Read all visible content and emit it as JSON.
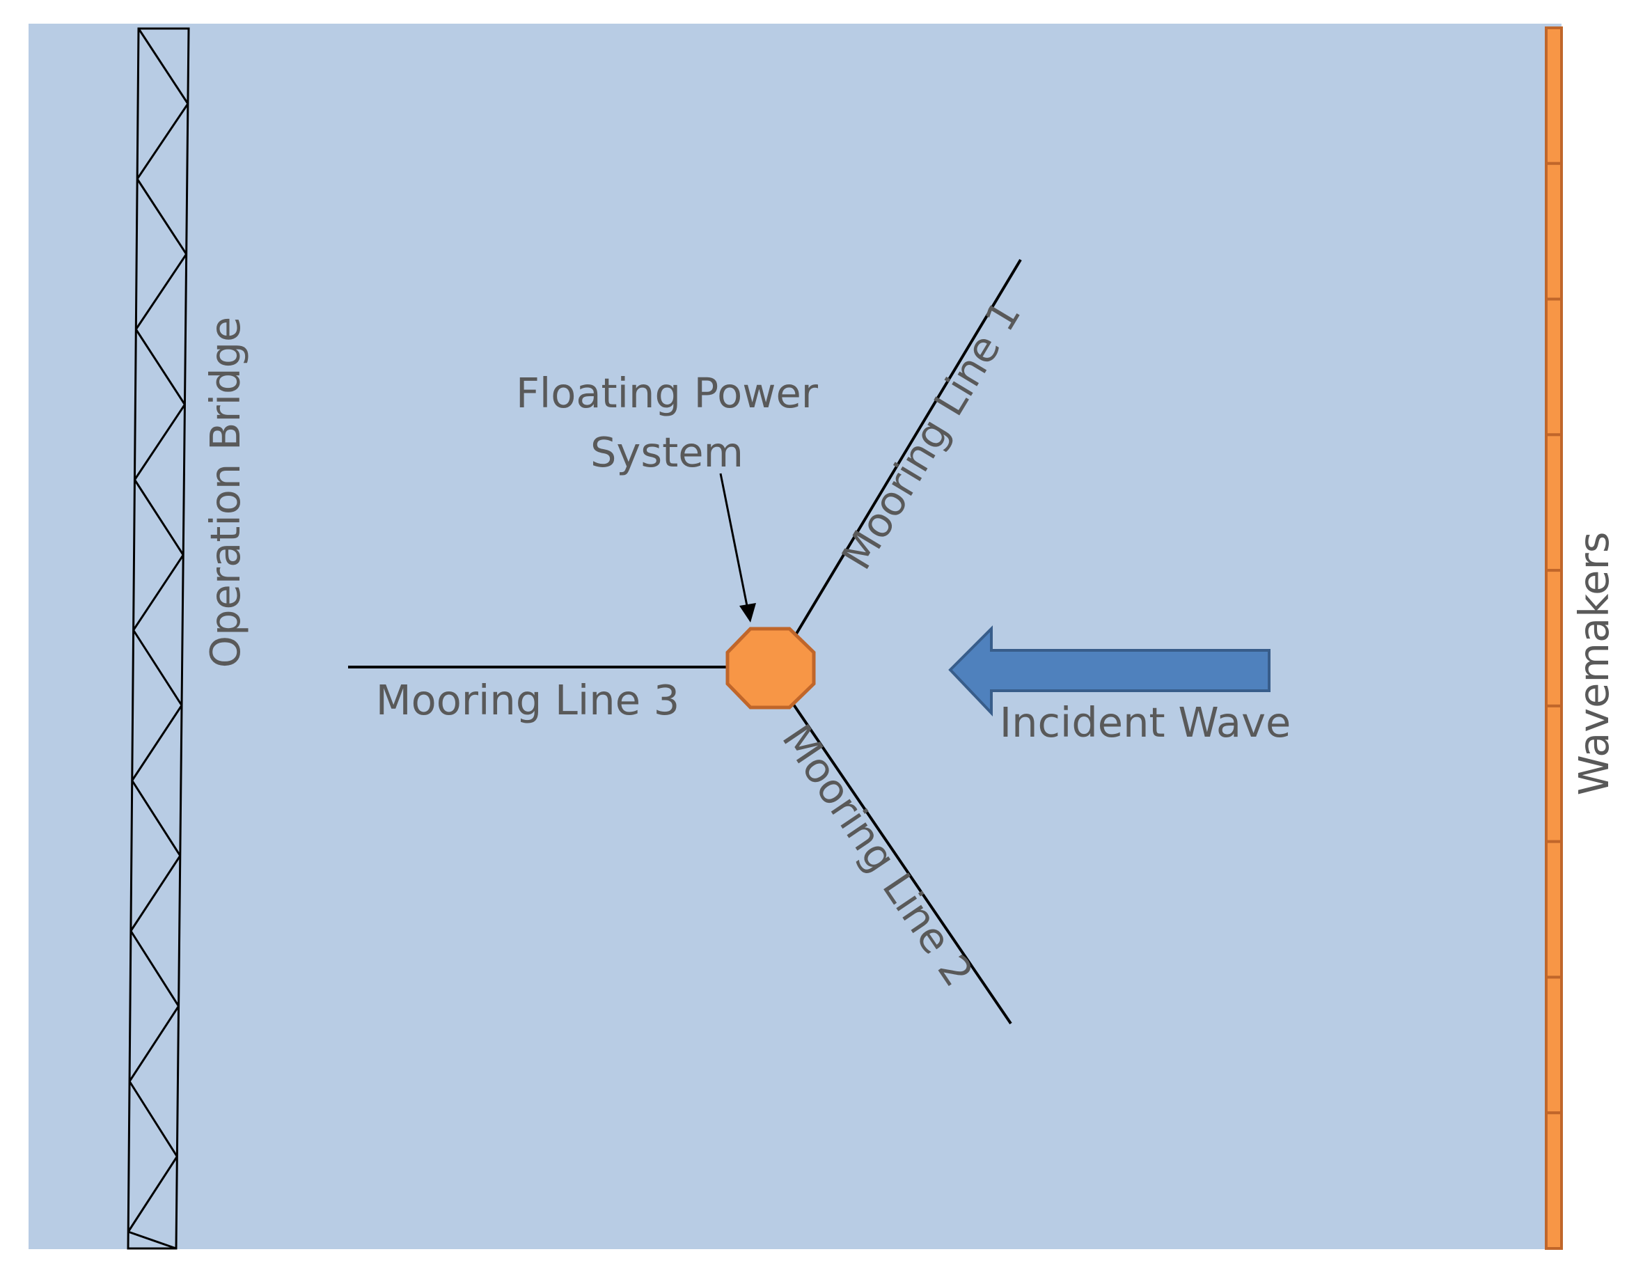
{
  "labels": {
    "operation_bridge": "Operation Bridge",
    "wavemakers": "Wavemakers",
    "floating_power_system_line1": "Floating Power",
    "floating_power_system_line2": "System",
    "mooring_line_1": "Mooring Line 1",
    "mooring_line_2": "Mooring Line 2",
    "mooring_line_3": "Mooring Line 3",
    "incident_wave": "Incident Wave"
  },
  "colors": {
    "water": "#b8cce4",
    "float_fill": "#f79646",
    "float_stroke": "#c0662a",
    "wavemaker_fill": "#f79646",
    "wavemaker_stroke": "#c0662a",
    "arrow_fill": "#4f81bd",
    "arrow_stroke": "#385d8a",
    "line": "#000000",
    "text": "#595959"
  }
}
